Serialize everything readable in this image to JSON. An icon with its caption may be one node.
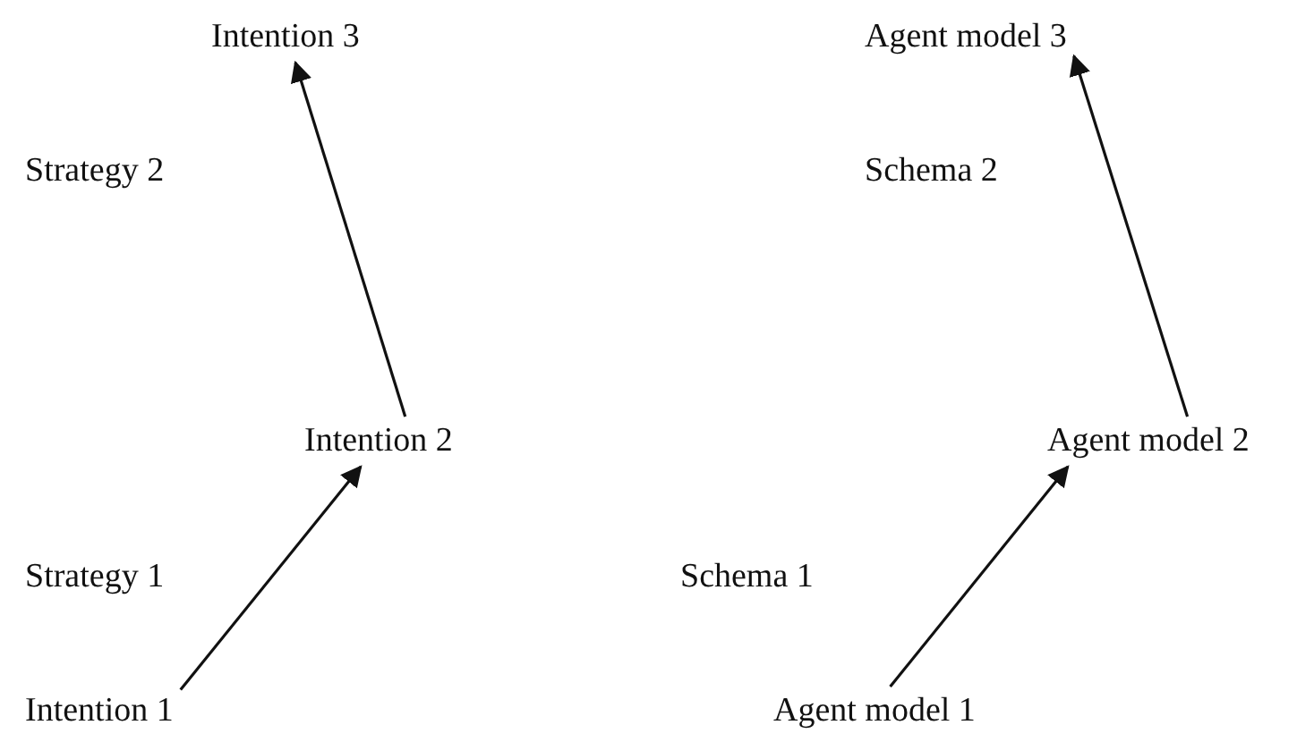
{
  "diagram": {
    "nodes": [
      {
        "text": [
          "Intention 3"
        ]
      },
      {
        "text": [
          "Intention 2"
        ]
      },
      {
        "text": [
          "Intention 1"
        ]
      },
      {
        "text": [
          "Agent model 3"
        ]
      },
      {
        "text": [
          "Agent model 2"
        ]
      },
      {
        "text": [
          "Agent model 1"
        ]
      }
    ],
    "edges": [
      {
        "from": 2,
        "to": 1,
        "arrow": "to"
      },
      {
        "from": 1,
        "to": 0,
        "arrow": "to"
      },
      {
        "from": 5,
        "to": 4,
        "arrow": "to"
      },
      {
        "from": 4,
        "to": 3,
        "arrow": "to"
      }
    ],
    "labels": [
      "Strategy 2",
      "Schema 2",
      "Strategy 1",
      "Schema 1"
    ]
  }
}
